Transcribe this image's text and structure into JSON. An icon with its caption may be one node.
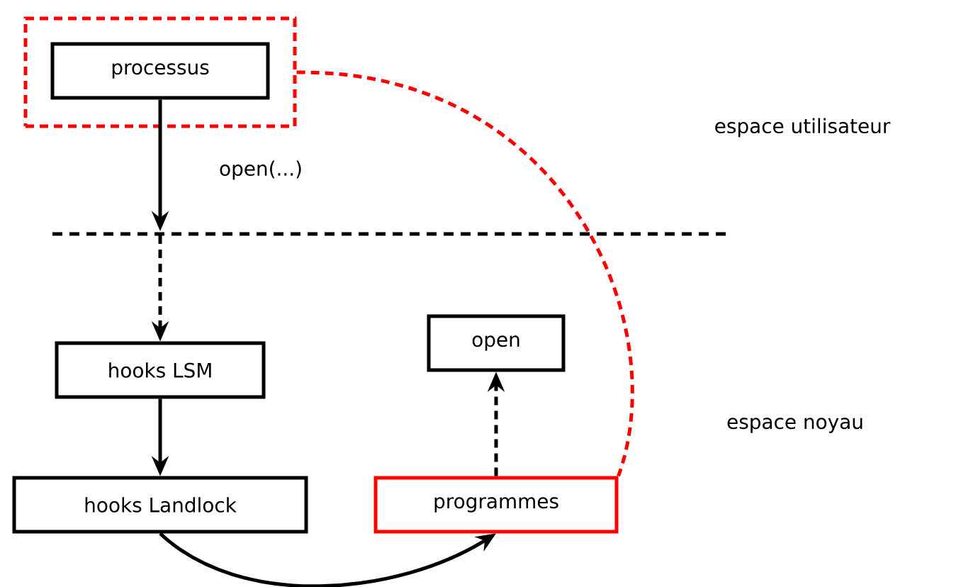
{
  "diagram": {
    "nodes": [
      {
        "text": [],
        "shape": "box"
      },
      {
        "text": [
          "processus"
        ],
        "in": 0
      },
      {
        "text": [
          "hooks LSM"
        ]
      },
      {
        "text": [
          "hooks Landlock"
        ]
      },
      {
        "text": [
          "open"
        ]
      },
      {
        "text": [
          "programmes"
        ]
      }
    ],
    "edges": [
      {
        "from": 1,
        "to": null,
        "arrow": "to",
        "label": "open(...)"
      },
      {
        "from": null,
        "to": 2,
        "arrow": "to",
        "style": "dashed"
      },
      {
        "from": 2,
        "to": 3,
        "arrow": "to"
      },
      {
        "from": 3,
        "to": 5,
        "arrow": "to"
      },
      {
        "from": 5,
        "to": 4,
        "arrow": "to",
        "style": "dashed"
      },
      {
        "from": 0,
        "to": 5,
        "arrow": "none",
        "style": "dashed",
        "color": "#ff0000"
      }
    ],
    "labels": [
      "espace utilisateur",
      "espace noyau"
    ]
  }
}
